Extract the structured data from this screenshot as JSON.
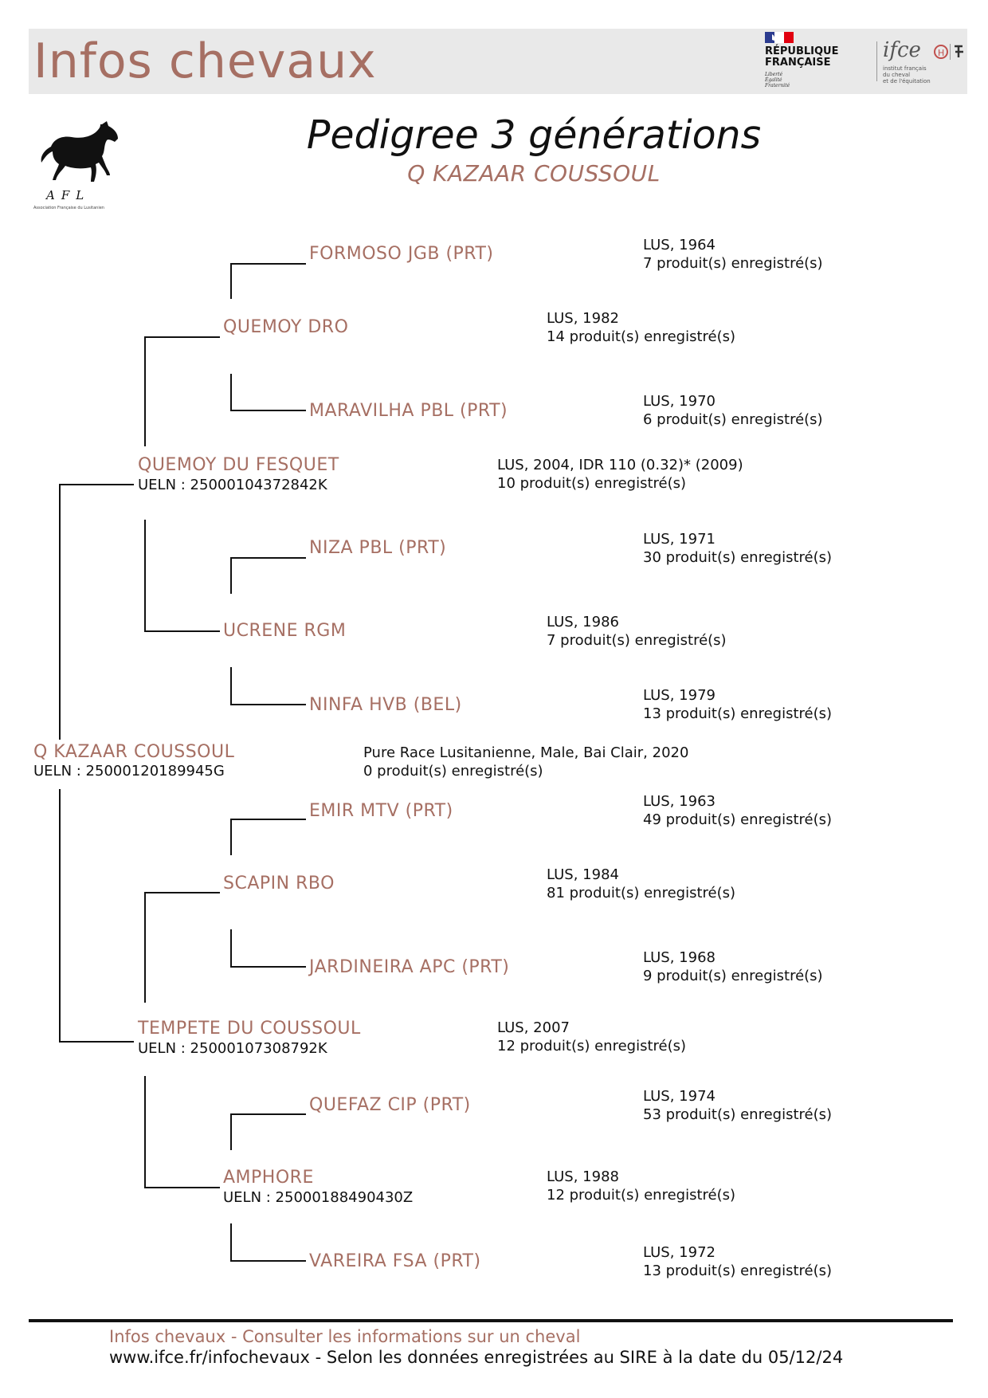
{
  "header": {
    "title": "Infos chevaux",
    "rf_logo": {
      "line1": "RÉPUBLIQUE",
      "line2": "FRANÇAISE",
      "motto": "Liberté\nÉgalité\nFraternité",
      "icon": "marianne-flag-icon"
    },
    "ifce_logo": {
      "word": "ifce",
      "sub": "institut français\ndu cheval\net de l'équitation",
      "icon": "ifce-logo-icon"
    }
  },
  "afl_logo": {
    "letters": "AFL",
    "caption": "Association Française du Lusitanien",
    "icon": "horse-silhouette-icon"
  },
  "title": "Pedigree 3 générations",
  "subject_name": "Q KAZAAR COUSSOUL",
  "pedigree": {
    "subject": {
      "name": "Q KAZAAR COUSSOUL",
      "ueln": "UELN : 25000120189945G",
      "info1": "Pure Race Lusitanienne, Male, Bai Clair, 2020",
      "info2": "0 produit(s) enregistré(s)"
    },
    "sire": {
      "name": "QUEMOY DU FESQUET",
      "ueln": "UELN : 25000104372842K",
      "info1": "LUS, 2004, IDR 110 (0.32)* (2009)",
      "info2": "10 produit(s) enregistré(s)"
    },
    "dam": {
      "name": "TEMPETE DU COUSSOUL",
      "ueln": "UELN : 25000107308792K",
      "info1": "LUS, 2007",
      "info2": "12 produit(s) enregistré(s)"
    },
    "ss": {
      "name": "QUEMOY DRO",
      "info1": "LUS, 1982",
      "info2": "14 produit(s) enregistré(s)"
    },
    "sd": {
      "name": "UCRENE RGM",
      "info1": "LUS, 1986",
      "info2": "7 produit(s) enregistré(s)"
    },
    "ds": {
      "name": "SCAPIN RBO",
      "info1": "LUS, 1984",
      "info2": "81 produit(s) enregistré(s)"
    },
    "dd": {
      "name": "AMPHORE",
      "ueln": "UELN : 25000188490430Z",
      "info1": "LUS, 1988",
      "info2": "12 produit(s) enregistré(s)"
    },
    "sss": {
      "name": "FORMOSO JGB (PRT)",
      "info1": "LUS, 1964",
      "info2": "7 produit(s) enregistré(s)"
    },
    "ssd": {
      "name": "MARAVILHA PBL (PRT)",
      "info1": "LUS, 1970",
      "info2": "6 produit(s) enregistré(s)"
    },
    "sds": {
      "name": "NIZA PBL (PRT)",
      "info1": "LUS, 1971",
      "info2": "30 produit(s) enregistré(s)"
    },
    "sdd": {
      "name": "NINFA HVB (BEL)",
      "info1": "LUS, 1979",
      "info2": "13 produit(s) enregistré(s)"
    },
    "dss": {
      "name": "EMIR MTV (PRT)",
      "info1": "LUS, 1963",
      "info2": "49 produit(s) enregistré(s)"
    },
    "dsd": {
      "name": "JARDINEIRA APC (PRT)",
      "info1": "LUS, 1968",
      "info2": "9 produit(s) enregistré(s)"
    },
    "dds": {
      "name": "QUEFAZ CIP (PRT)",
      "info1": "LUS, 1974",
      "info2": "53 produit(s) enregistré(s)"
    },
    "ddd": {
      "name": "VAREIRA FSA (PRT)",
      "info1": "LUS, 1972",
      "info2": "13 produit(s) enregistré(s)"
    }
  },
  "footer": {
    "line1": "Infos chevaux - Consulter les informations sur un cheval",
    "line2": "www.ifce.fr/infochevaux - Selon les données enregistrées au SIRE à la date du 05/12/24"
  }
}
